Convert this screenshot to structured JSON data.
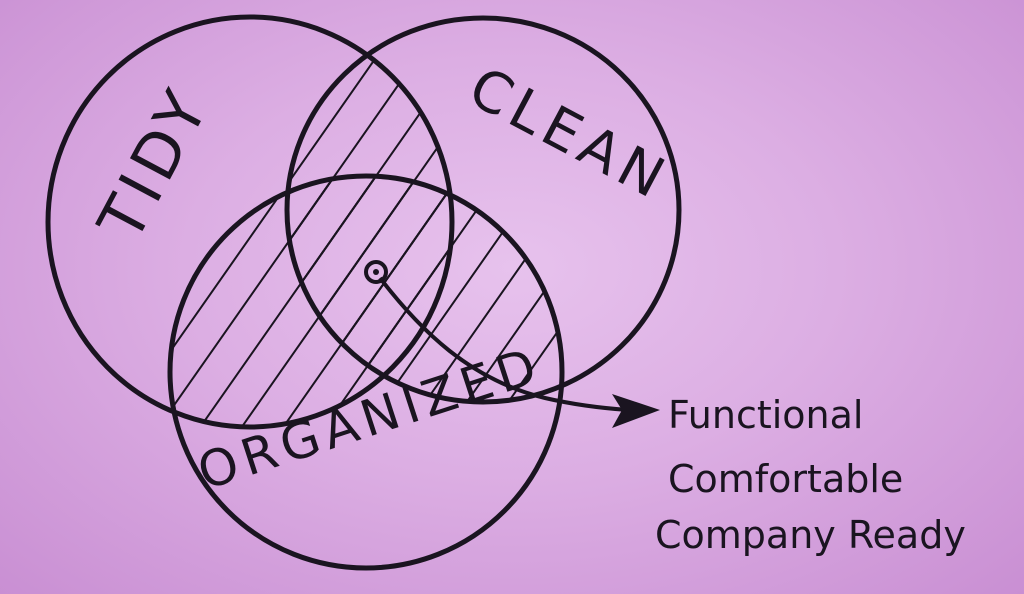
{
  "diagram": {
    "type": "venn",
    "sets": [
      {
        "id": "tidy",
        "label": "TIDY"
      },
      {
        "id": "clean",
        "label": "CLEAN"
      },
      {
        "id": "organized",
        "label": "ORGANIZED"
      }
    ],
    "center_note": {
      "lines": [
        "Functional",
        "Comfortable",
        "Company Ready"
      ]
    },
    "colors": {
      "paper": "#dcaee3",
      "ink": "#1a1420"
    }
  }
}
